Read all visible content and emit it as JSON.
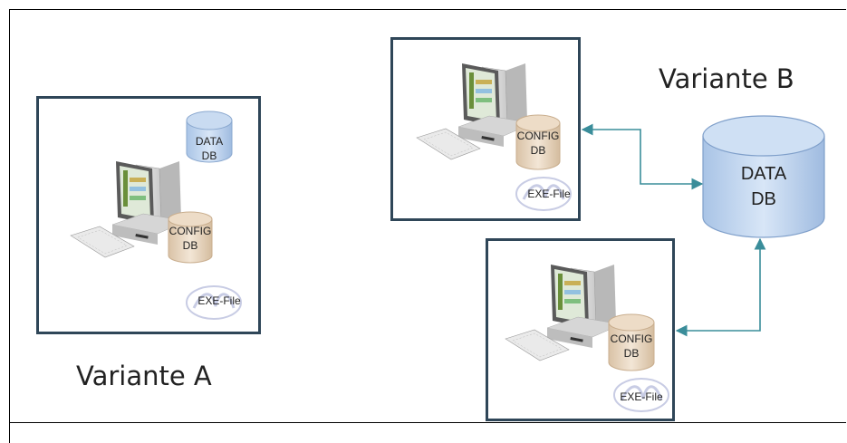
{
  "variant_a": {
    "title": "Variante A",
    "data_db": [
      "DATA",
      "DB"
    ],
    "config_db": [
      "CONFIG",
      "DB"
    ],
    "exe_label": "EXE-File"
  },
  "variant_b": {
    "title": "Variante B",
    "central_db": [
      "DATA",
      "DB"
    ],
    "clients": [
      {
        "config_db": [
          "CONFIG",
          "DB"
        ],
        "exe_label": "EXE-File"
      },
      {
        "config_db": [
          "CONFIG",
          "DB"
        ],
        "exe_label": "EXE-File"
      }
    ]
  },
  "colors": {
    "box_border": "#2f4658",
    "arrow": "#3a8d9a",
    "db_blue": "#bcd3ee",
    "db_beige": "#e7d3bd"
  }
}
